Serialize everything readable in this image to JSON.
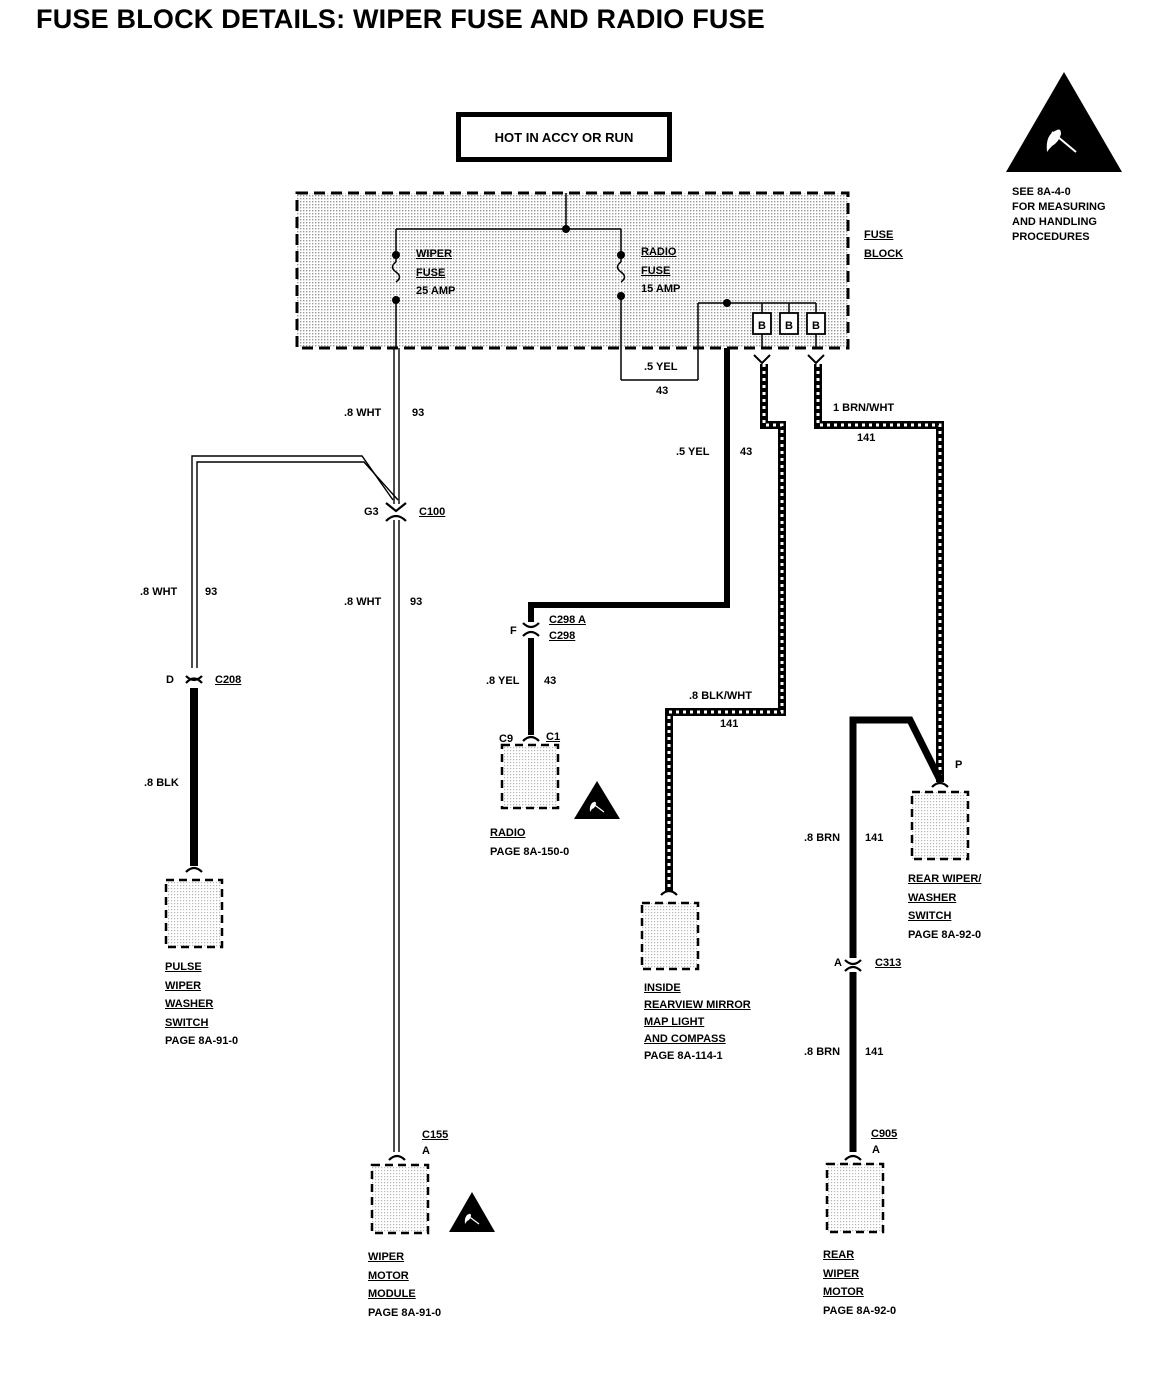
{
  "title": "FUSE BLOCK DETAILS: WIPER FUSE AND RADIO FUSE",
  "hot_label": "HOT IN ACCY OR RUN",
  "fuse_block": {
    "line1": "FUSE",
    "line2": "BLOCK"
  },
  "wiper_fuse": {
    "line1": "WIPER",
    "line2": "FUSE",
    "line3": "25 AMP"
  },
  "radio_fuse": {
    "line1": "RADIO",
    "line2": "FUSE",
    "line3": "15 AMP"
  },
  "splice_pins": [
    "B",
    "B",
    "B"
  ],
  "esd_note": [
    "SEE 8A-4-0",
    "FOR MEASURING",
    "AND HANDLING",
    "PROCEDURES"
  ],
  "wires": {
    "yel_block_wire": ".5 YEL",
    "yel_block_circuit": "43",
    "wht_top_wire": ".8 WHT",
    "wht_top_circuit": "93",
    "yel_mid_wire": ".5 YEL",
    "yel_mid_circuit": "43",
    "brnwht_wire": "1 BRN/WHT",
    "brnwht_circuit": "141",
    "wht_left_wire": ".8 WHT",
    "wht_left_circuit": "93",
    "wht_center_wire": ".8 WHT",
    "wht_center_circuit": "93",
    "yel_radio_wire": ".8 YEL",
    "yel_radio_circuit": "43",
    "blkwht_wire": ".8  BLK/WHT",
    "blkwht_circuit": "141",
    "blk_wire": ".8 BLK",
    "brn_upper_wire": ".8 BRN",
    "brn_upper_circuit": "141",
    "brn_lower_wire": ".8 BRN",
    "brn_lower_circuit": "141"
  },
  "connectors": {
    "g3": "G3",
    "c100": "C100",
    "c298_pin": "F",
    "c298a": "C298 A",
    "c298": "C298",
    "c208_pin": "D",
    "c208": "C208",
    "c9": "C9",
    "c1": "C1",
    "p_pin": "P",
    "c313_pin": "A",
    "c313": "C313",
    "c155": "C155",
    "c155_pin": "A",
    "c905": "C905",
    "c905_pin": "A"
  },
  "components": {
    "radio": {
      "name": "RADIO",
      "page": "PAGE 8A-150-0"
    },
    "mirror": {
      "line1": "INSIDE",
      "line2": "REARVIEW MIRROR",
      "line3": "MAP LIGHT",
      "line4": "AND COMPASS",
      "page": "PAGE 8A-114-1"
    },
    "rear_switch": {
      "line1": "REAR WIPER/",
      "line2": "WASHER",
      "line3": "SWITCH",
      "page": "PAGE 8A-92-0"
    },
    "pulse_switch": {
      "line1": "PULSE",
      "line2": "WIPER",
      "line3": "WASHER",
      "line4": "SWITCH",
      "page": "PAGE 8A-91-0"
    },
    "wiper_module": {
      "line1": "WIPER",
      "line2": "MOTOR",
      "line3": "MODULE",
      "page": "PAGE 8A-91-0"
    },
    "rear_motor": {
      "line1": "REAR",
      "line2": "WIPER",
      "line3": "MOTOR",
      "page": "PAGE 8A-92-0"
    }
  },
  "colors": {
    "ink": "#000000",
    "dot_fill": "#cfcfcf",
    "paper": "#ffffff"
  }
}
